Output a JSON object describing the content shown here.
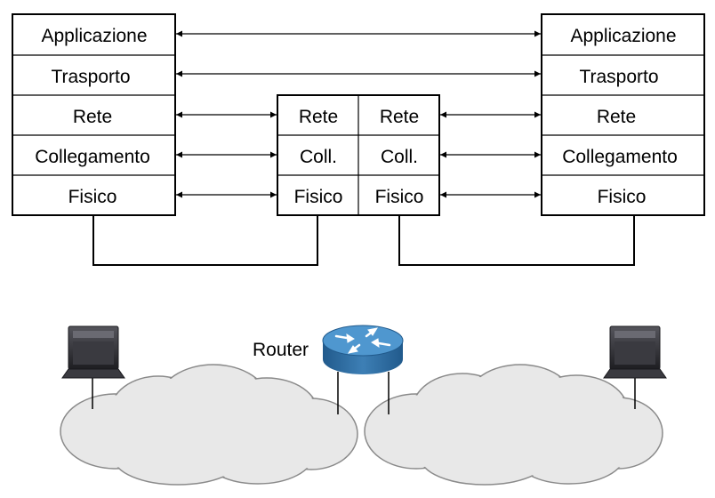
{
  "left_stack": {
    "layers": [
      "Applicazione",
      "Trasporto",
      "Rete",
      "Collegamento",
      "Fisico"
    ]
  },
  "router_stack": {
    "left_column": [
      "Rete",
      "Coll.",
      "Fisico"
    ],
    "right_column": [
      "Rete",
      "Coll.",
      "Fisico"
    ]
  },
  "right_stack": {
    "layers": [
      "Applicazione",
      "Trasporto",
      "Rete",
      "Collegamento",
      "Fisico"
    ]
  },
  "network": {
    "router_label": "Router"
  },
  "colors": {
    "cloud_fill": "#e8e8e8",
    "cloud_stroke": "#8a8a8a",
    "router_body": "#3d7fb5",
    "router_top": "#4f97cf",
    "router_dark": "#215a8c",
    "computer_dark": "#2b2b30",
    "computer_screen": "#4a4a52"
  }
}
